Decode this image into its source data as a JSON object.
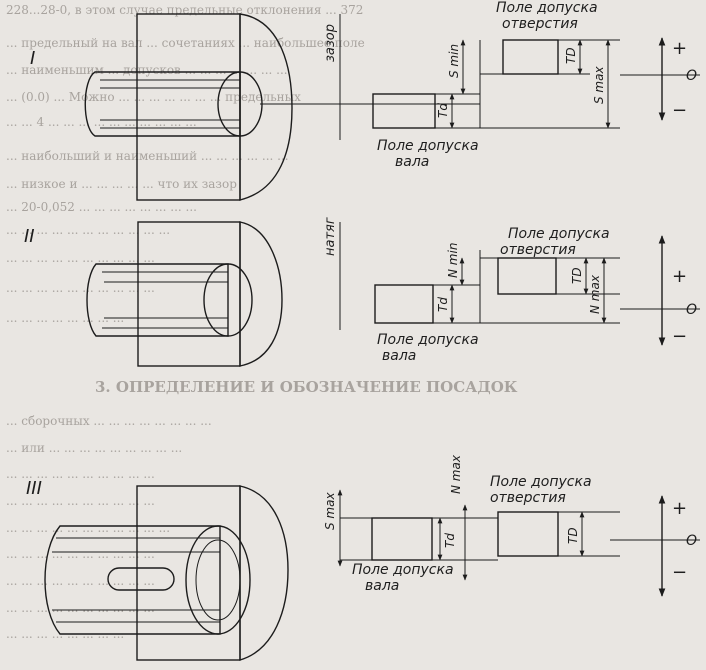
{
  "background_text": [
    "228...28-0,   в этом случае предельные отклонения ... 372",
    "... предельный на вал ... сочетаниях ... наибольшее поле",
    "... наименьшим ... допусков ... ... ... ... ... ... ...",
    "... (0.0) ... Можно ... ... ... ... ... ... ... предельных",
    "... ... 4 ... ... ... ... ... ... ... ... ... ...",
    "... наибольший и наименьший ... ... ... ... ... ...",
    "... низкое и ... ... ... ... ... что их зазор",
    "... 20-0,052 ... ... ... ... ... ... ... ...",
    "... ... ... ... ... ... ... ... ... ... ...",
    "... ... ... ... ... ... ... ... ... ...",
    "... ... ... ... ... ... ... ... ... ...",
    "... ... ... ... ... ... ... ...",
    "... сборочных ... ... ... ... ... ... ... ...",
    "... или ... ... ... ... ... ... ... ... ...",
    "... ... ... ... ... ... ... ... ... ...",
    "... ... ... ... ... ... ... ... ... ...",
    "... ... ... ... ... ... ... ... ... ... ...",
    "... ... ... ... ... ... ... ... ... ...",
    "... ... ... ... ... ... ... ... ... ...",
    "... ... ... ... ... ... ... ... ... ...",
    "... ... ... ... ... ... ... ..."
  ],
  "section_heading": "3. ОПРЕДЕЛЕНИЕ И ОБОЗНАЧЕНИЕ ПОСАДОК",
  "panels": [
    {
      "roman": "I",
      "gap_label": "зазор",
      "min_label": "S min",
      "max_label": "S max",
      "hole_label_1": "Поле допуска",
      "hole_label_2": "отверстия",
      "shaft_label_1": "Поле допуска",
      "shaft_label_2": "вала",
      "td_label": "TD",
      "tdd_label": "Td",
      "plus": "+",
      "minus": "−",
      "zero": "O"
    },
    {
      "roman": "II",
      "gap_label": "натяг",
      "min_label": "N min",
      "max_label": "N max",
      "hole_label_1": "Поле допуска",
      "hole_label_2": "отверстия",
      "shaft_label_1": "Поле допуска",
      "shaft_label_2": "вала",
      "td_label": "TD",
      "tdd_label": "Td",
      "plus": "+",
      "minus": "−",
      "zero": "O"
    },
    {
      "roman": "III",
      "min_label": "S max",
      "max_label": "N max",
      "hole_label_1": "Поле допуска",
      "hole_label_2": "отверстия",
      "shaft_label_1": "Поле допуска",
      "shaft_label_2": "вала",
      "td_label": "TD",
      "tdd_label": "Td",
      "plus": "+",
      "minus": "−",
      "zero": "O"
    }
  ],
  "colors": {
    "ink": "#1c1c1c",
    "paper": "#e9e6e2",
    "faded_text": "#a8a39e"
  }
}
